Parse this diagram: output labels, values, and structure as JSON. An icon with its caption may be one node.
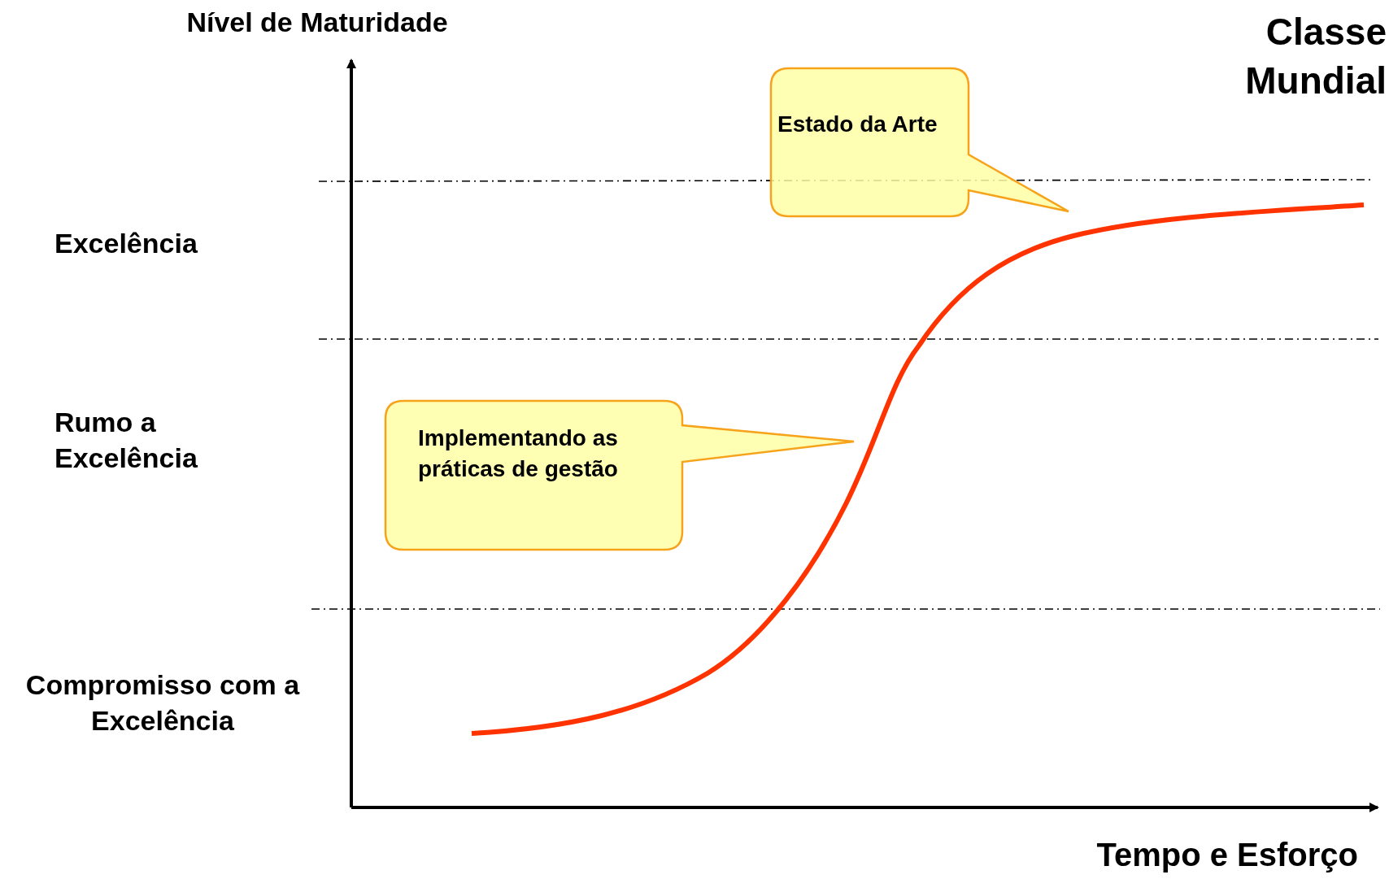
{
  "diagram": {
    "nodes": [
      {
        "text": [
          "Estado da Arte"
        ]
      },
      {
        "text": [
          "Implementando as práticas de gestão"
        ]
      }
    ],
    "labels": [
      "Nível de Maturidade",
      "Classe Mundial",
      "Excelência",
      "Rumo a Excelência",
      "Compromisso com a Excelência",
      "Tempo e Esforço"
    ]
  }
}
